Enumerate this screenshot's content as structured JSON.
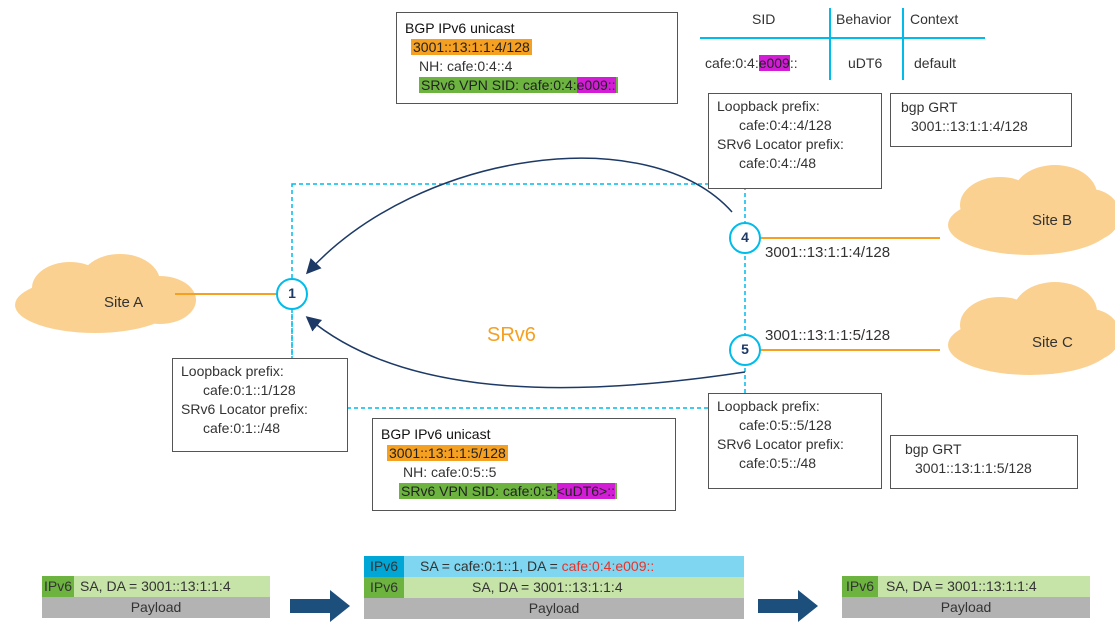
{
  "bgp_top": {
    "title": "BGP IPv6 unicast",
    "prefix": "3001::13:1:1:4/128",
    "nh": "NH: cafe:0:4::4",
    "sid_prefix": "SRv6 VPN SID: cafe:0:4:",
    "sid_func": "e009::"
  },
  "sid_table": {
    "headers": [
      "SID",
      "Behavior",
      "Context"
    ],
    "row": {
      "sid_prefix": "cafe:0:4:",
      "sid_func": "e009",
      "sid_suffix": "::",
      "behavior": "uDT6",
      "context": "default"
    }
  },
  "node4_box": {
    "l1": "Loopback prefix:",
    "l2": "cafe:0:4::4/128",
    "l3": "SRv6 Locator prefix:",
    "l4": "cafe:0:4::/48"
  },
  "grt_b": {
    "l1": "bgp GRT",
    "l2": "3001::13:1:1:4/128"
  },
  "site_a": "Site A",
  "site_b": "Site B",
  "site_c": "Site C",
  "nodes": {
    "n1": "1",
    "n4": "4",
    "n5": "5"
  },
  "prefix_b": "3001::13:1:1:4/128",
  "prefix_c": "3001::13:1:1:5/128",
  "srv6_label": "SRv6",
  "node1_box": {
    "l1": "Loopback prefix:",
    "l2": "cafe:0:1::1/128",
    "l3": "SRv6 Locator prefix:",
    "l4": "cafe:0:1::/48"
  },
  "bgp_bottom": {
    "title": "BGP IPv6 unicast",
    "prefix": "3001::13:1:1:5/128",
    "nh": "NH: cafe:0:5::5",
    "sid_prefix": "SRv6 VPN SID: cafe:0:5:",
    "sid_func": "<uDT6>::"
  },
  "node5_box": {
    "l1": "Loopback prefix:",
    "l2": "cafe:0:5::5/128",
    "l3": "SRv6 Locator prefix:",
    "l4": "cafe:0:5::/48"
  },
  "grt_c": {
    "l1": "bgp GRT",
    "l2": "3001::13:1:1:5/128"
  },
  "packets": {
    "left": {
      "tag": "IPv6",
      "hdr": "SA, DA = 3001::13:1:1:4",
      "payload": "Payload"
    },
    "middle": {
      "outer_tag": "IPv6",
      "outer_sa": "SA = cafe:0:1::1, DA = ",
      "outer_da": "cafe:0:4:e009::",
      "inner_tag": "IPv6",
      "inner_hdr": "SA, DA = 3001::13:1:1:4",
      "payload": "Payload"
    },
    "right": {
      "tag": "IPv6",
      "hdr": "SA, DA = 3001::13:1:1:4",
      "payload": "Payload"
    }
  },
  "colors": {
    "orange": "#f5a021",
    "green": "#6cb33f",
    "magenta": "#d21cd6",
    "blue": "#00bceb",
    "navy": "#1d3a66",
    "red": "#e8322a",
    "gray": "#b3b3b3",
    "cloud": "#fbd191"
  }
}
